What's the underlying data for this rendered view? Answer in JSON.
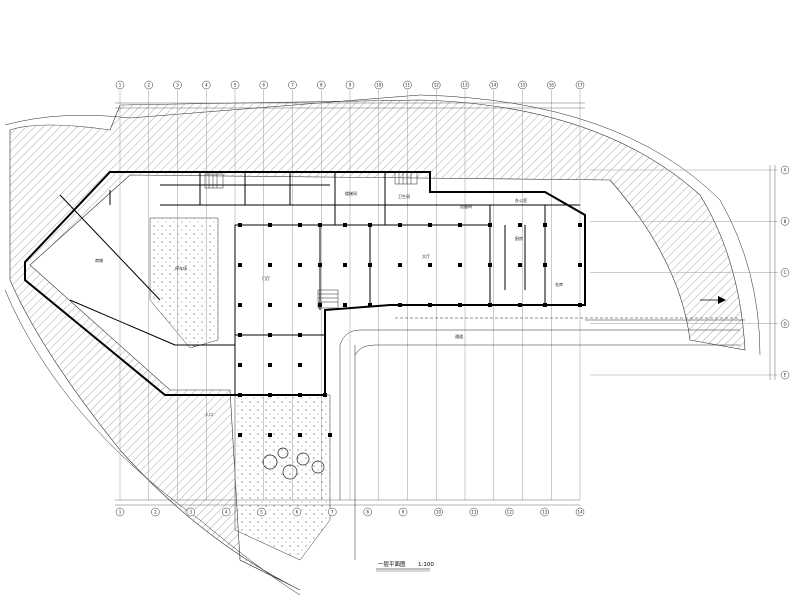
{
  "drawing": {
    "title": "一层平面图",
    "scale": "1:100"
  },
  "axes": {
    "top": [
      "1",
      "2",
      "3",
      "4",
      "5",
      "6",
      "7",
      "8",
      "9",
      "10",
      "11",
      "12",
      "13",
      "14",
      "15",
      "16",
      "17"
    ],
    "bottom": [
      "1",
      "2",
      "3",
      "4",
      "5",
      "6",
      "7",
      "8",
      "9",
      "10",
      "11",
      "12",
      "13",
      "14"
    ],
    "right": [
      "A",
      "B",
      "C",
      "D",
      "E"
    ]
  },
  "rooms": [
    {
      "id": "parking",
      "label": "停车场"
    },
    {
      "id": "entrance",
      "label": "入口"
    },
    {
      "id": "lobby",
      "label": "门厅"
    },
    {
      "id": "hall",
      "label": "大厅"
    },
    {
      "id": "office",
      "label": "办公室"
    },
    {
      "id": "kitchen",
      "label": "厨房"
    },
    {
      "id": "storage",
      "label": "仓库"
    },
    {
      "id": "stair",
      "label": "楼梯间"
    },
    {
      "id": "wc",
      "label": "卫生间"
    },
    {
      "id": "equip",
      "label": "设备间"
    },
    {
      "id": "shop",
      "label": "商铺"
    },
    {
      "id": "pass",
      "label": "通道"
    }
  ],
  "colors": {
    "wall": "#000000",
    "grid": "#9a9a9a",
    "hatch": "#555555"
  }
}
